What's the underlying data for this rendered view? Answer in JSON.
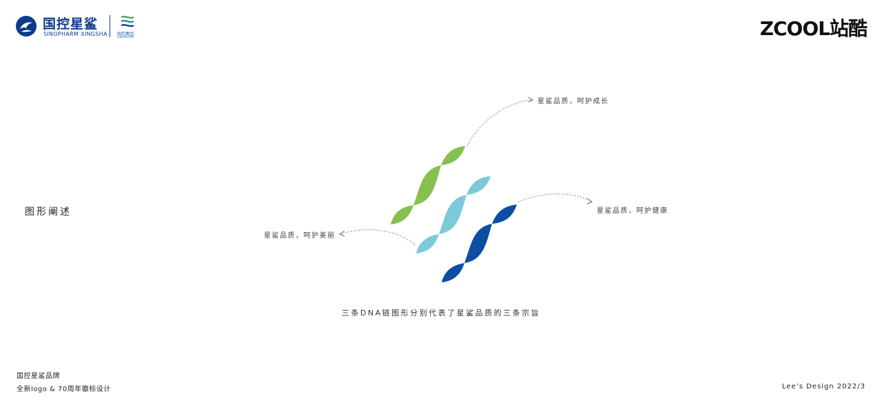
{
  "header": {
    "brand_cn": "国控星鲨",
    "brand_en": "SINOPHARM XINGSHA",
    "group_cn": "国药集团",
    "group_en": "SINOPHARM",
    "zcool_logo": "ZCOOL站酷"
  },
  "section_title": "图形阐述",
  "annotations": {
    "top": "星鲨品质，呵护成长",
    "right": "星鲨品质，呵护健康",
    "left": "星鲨品质，呵护美丽"
  },
  "caption": "三条DNA链图形分别代表了星鲨品质的三条宗旨",
  "footer": {
    "brand": "国控星鲨品牌",
    "subtitle": "全新logo & 70周年徽标设计",
    "credit": "Lee’s Design   2022/3"
  },
  "colors": {
    "green": "#86c04e",
    "light_blue": "#7ccad9",
    "dark_blue": "#0b4ea2",
    "brand_navy": "#0b3b8c"
  },
  "icons": {
    "logo_mark": "shark-emblem-icon",
    "group_mark": "sinopharm-wave-icon"
  }
}
